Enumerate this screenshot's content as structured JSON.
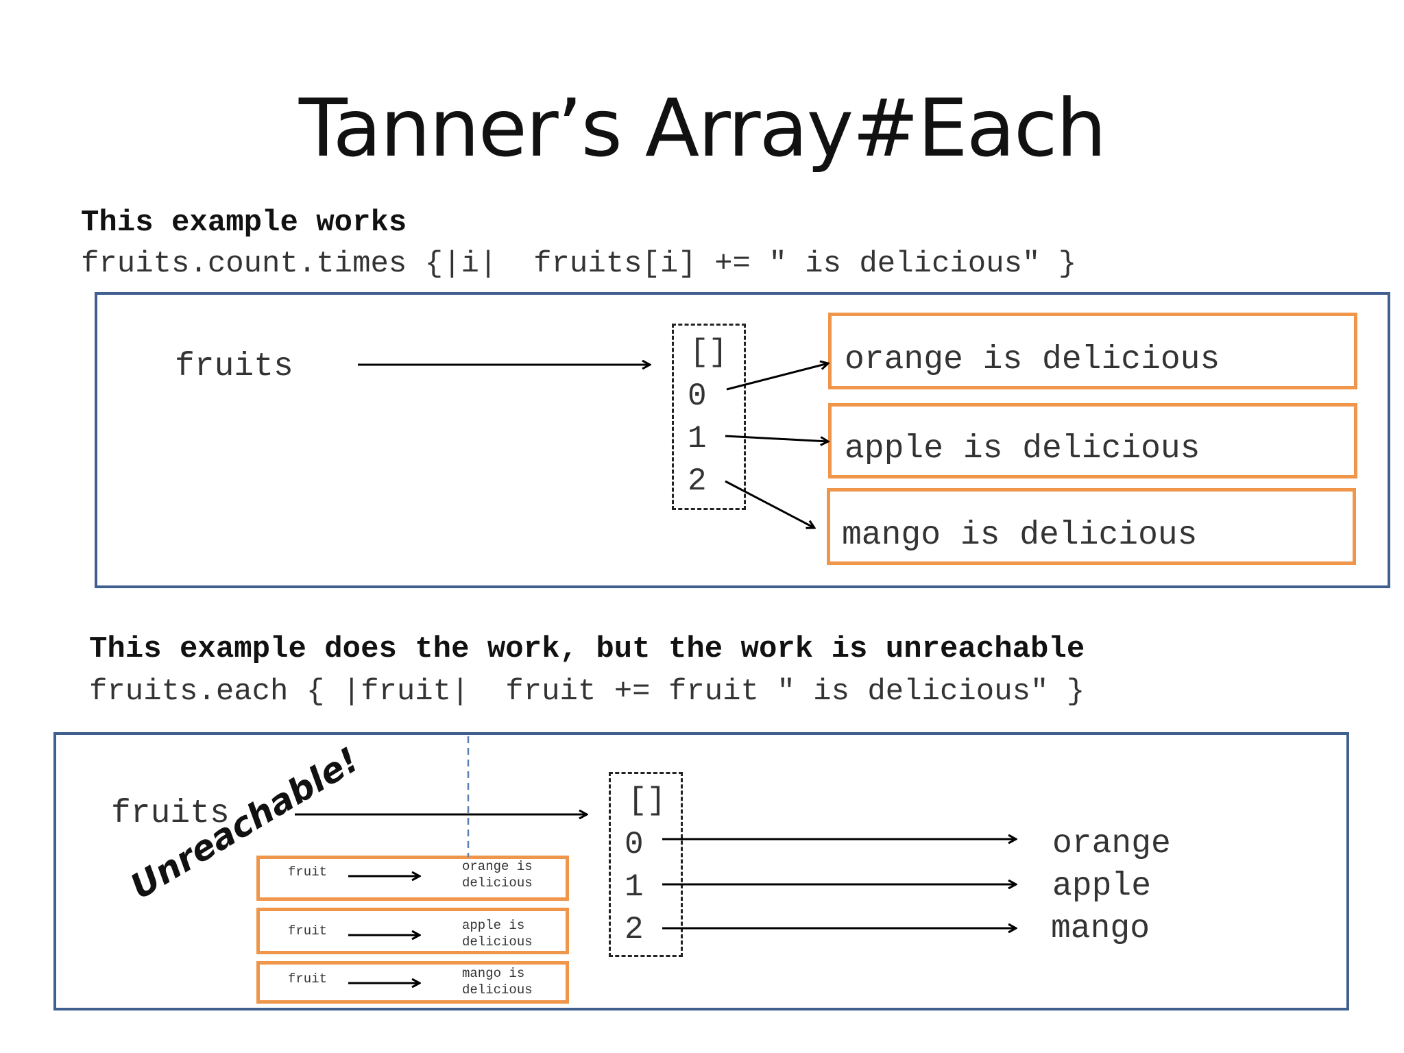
{
  "title": "Tanner’s Array#Each",
  "example1": {
    "heading": "This example works",
    "code": "fruits.count.times {|i|  fruits[i] += \" is delicious\" }",
    "variable": "fruits",
    "array_label": "[]",
    "indices": [
      "0",
      "1",
      "2"
    ],
    "values": [
      "orange is delicious",
      "apple is delicious",
      "mango is delicious"
    ]
  },
  "example2": {
    "heading": "This example does the work, but the work is unreachable",
    "code": "fruits.each { |fruit|  fruit += fruit \" is delicious\" }",
    "variable": "fruits",
    "array_label": "[]",
    "indices": [
      "0",
      "1",
      "2"
    ],
    "values": [
      "orange",
      "apple",
      "mango"
    ],
    "block_var": "fruit",
    "block_values": [
      "orange is\ndelicious",
      "apple is\ndelicious",
      "mango is\ndelicious"
    ],
    "stamp": "Unreachable!"
  },
  "colors": {
    "panel_border": "#3f5f8f",
    "value_box_border": "#f0964b"
  }
}
